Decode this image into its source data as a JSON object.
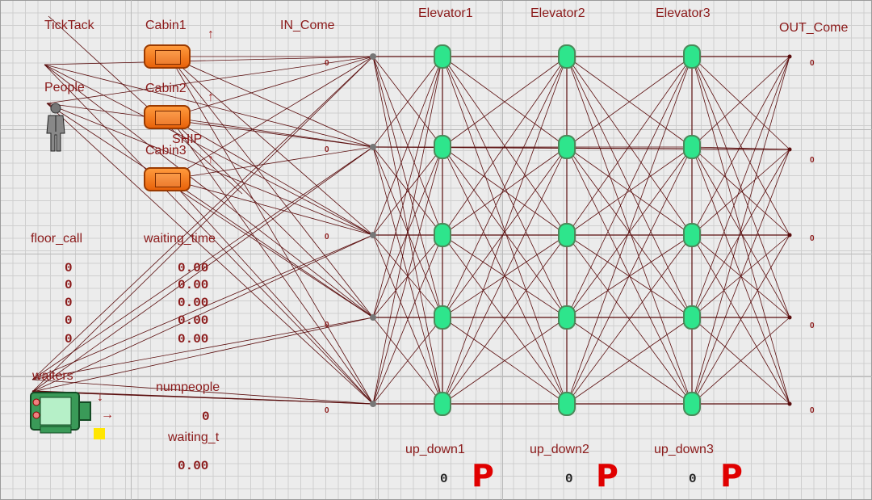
{
  "labels": {
    "ticktack": "TickTack",
    "cabin1": "Cabin1",
    "cabin2": "Cabin2",
    "cabin3": "Cabin3",
    "people": "People",
    "ship": "SHIP",
    "in_come": "IN_Come",
    "elevator1": "Elevator1",
    "elevator2": "Elevator2",
    "elevator3": "Elevator3",
    "out_come": "OUT_Come",
    "floor_call": "floor_call",
    "waiting_time": "waiting_time",
    "waiters": "waiters",
    "numpeople": "numpeople",
    "waiting_t": "waiting_t",
    "up_down1": "up_down1",
    "up_down2": "up_down2",
    "up_down3": "up_down3"
  },
  "floor_call_values": [
    "0",
    "0",
    "0",
    "0",
    "0"
  ],
  "waiting_time_values": [
    "0.00",
    "0.00",
    "0.00",
    "0.00",
    "0.00"
  ],
  "numpeople_value": "0",
  "waiting_t_value": "0.00",
  "in_come_counts": [
    "0",
    "0",
    "0",
    "0",
    "0"
  ],
  "out_come_counts": [
    "0",
    "0",
    "0",
    "0",
    "0"
  ],
  "up_down": [
    {
      "value": "0",
      "state": "P"
    },
    {
      "value": "0",
      "state": "P"
    },
    {
      "value": "0",
      "state": "P"
    }
  ],
  "arrow_up": "↑",
  "arrow_down": "↓",
  "arrow_right": "→",
  "colors": {
    "arc": "#5a0d0d",
    "label": "#8b1a1a",
    "node": "#2ee58c",
    "node_border": "#4a8a5a",
    "cabin": "#ff7a1a",
    "state": "#e00000"
  }
}
